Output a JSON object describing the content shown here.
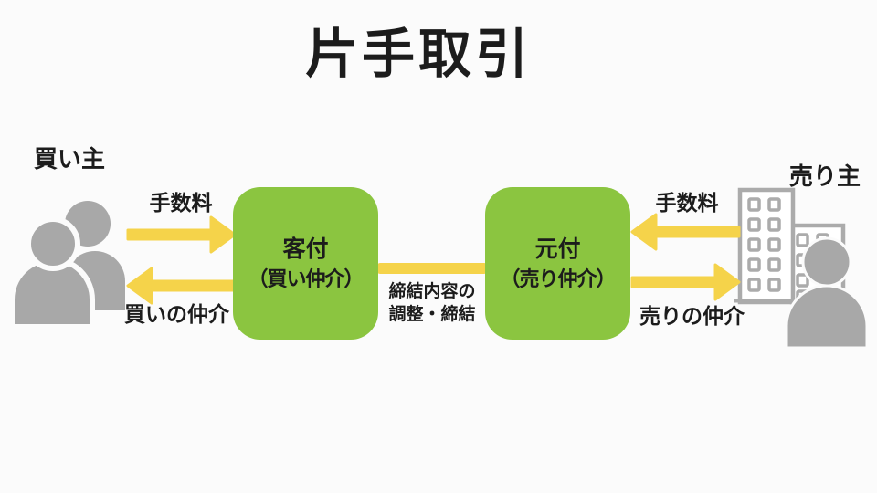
{
  "title": "片手取引",
  "colors": {
    "background": "#FBFBFB",
    "green": "#8BC540",
    "yellow": "#F5D34A",
    "gray": "#A8A8A8",
    "ink": "#1C1C1C"
  },
  "buyer": {
    "label": "買い主",
    "fee_label": "手数料",
    "service_label": "買いの仲介",
    "icon": "people-icon"
  },
  "seller": {
    "label": "売り主",
    "fee_label": "手数料",
    "service_label": "売りの仲介",
    "icon": "building-person-icon"
  },
  "agents": {
    "buyer_side": {
      "line1": "客付",
      "line2": "（買い仲介）"
    },
    "seller_side": {
      "line1": "元付",
      "line2": "（売り仲介）"
    }
  },
  "contract": {
    "line1": "締結内容の",
    "line2": "調整・締結"
  }
}
